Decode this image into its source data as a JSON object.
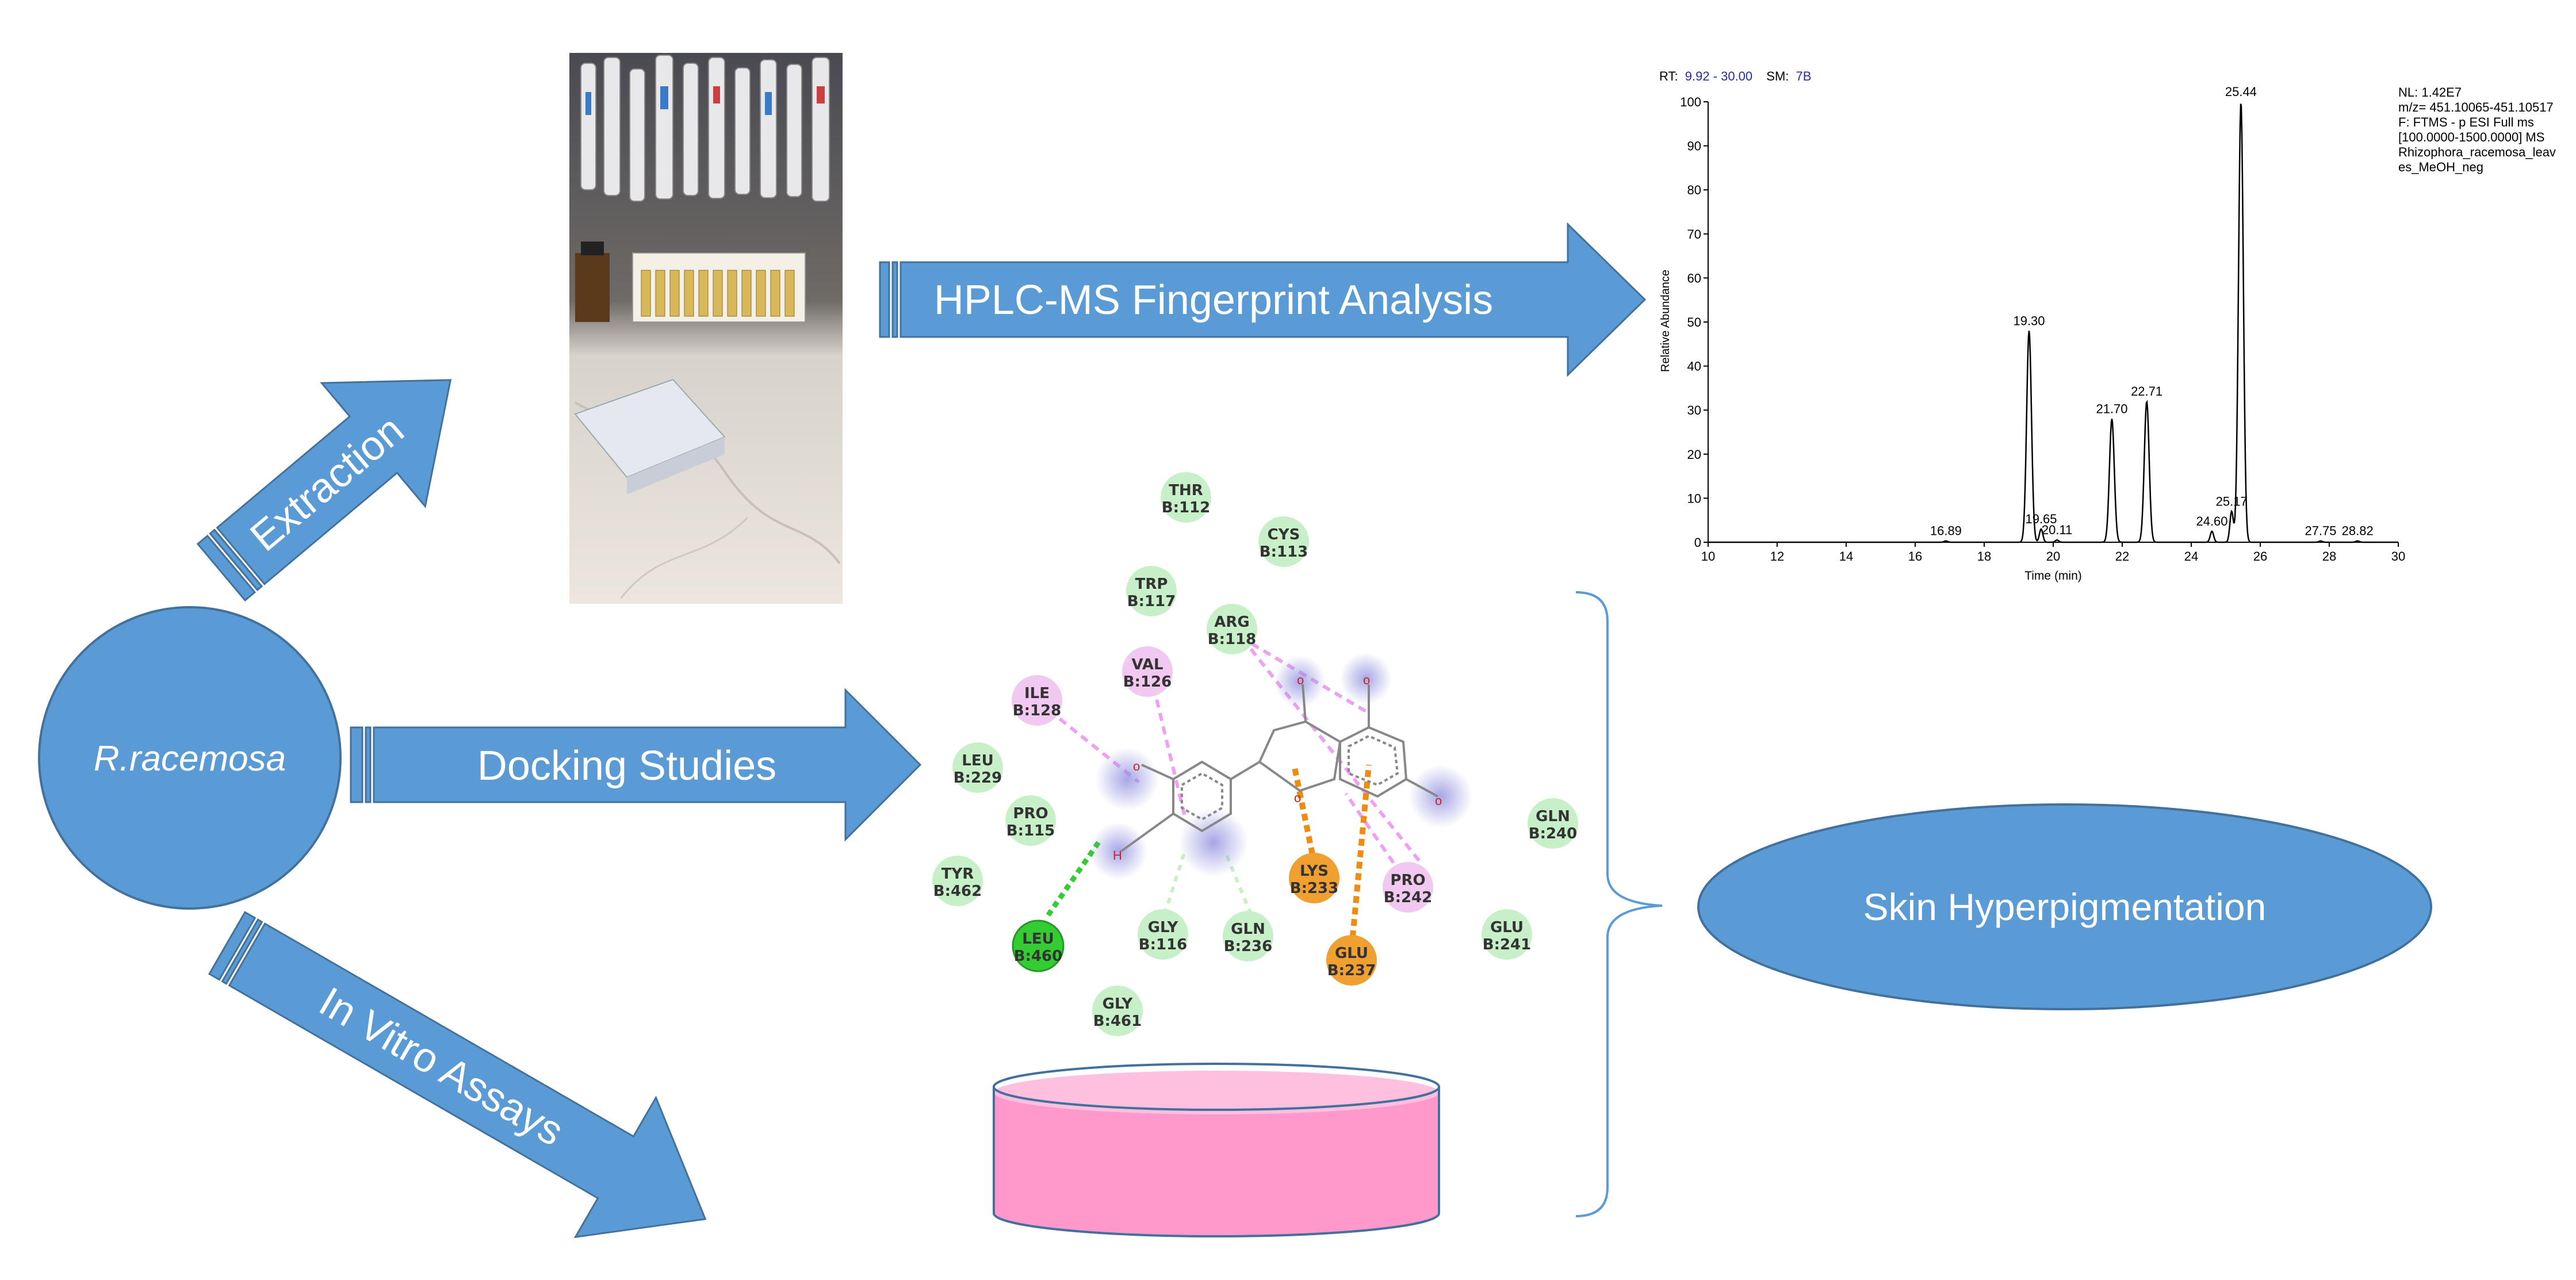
{
  "colors": {
    "arrow_fill": "#5b9bd5",
    "arrow_stroke": "#41719c",
    "node_fill": "#5b9bd5",
    "bracket": "#5b9bd5",
    "dish_fill": "#ff99cc",
    "residue_vdw": "#c8f0c8",
    "residue_pi": "#f0c8f0",
    "residue_hbond": "#33cc33",
    "residue_charged": "#f0a030"
  },
  "source": {
    "label": "R.racemosa"
  },
  "target": {
    "label": "Skin Hyperpigmentation"
  },
  "arrows": {
    "extraction": "Extraction",
    "hplc": "HPLC-MS Fingerprint Analysis",
    "docking": "Docking Studies",
    "invitro": "In Vitro Assays"
  },
  "photo": {
    "icon": "lab-bench-photo"
  },
  "chromatogram": {
    "rt_label": "RT:",
    "rt_value": "9.92 - 30.00",
    "sm_label": "SM:",
    "sm_value": "7B",
    "info_lines": [
      "NL: 1.42E7",
      "m/z= 451.10065-451.10517",
      "F: FTMS - p ESI Full ms",
      "[100.0000-1500.0000] MS",
      "Rhizophora_racemosa_leav",
      "es_MeOH_neg"
    ]
  },
  "chart_data": {
    "type": "line",
    "xlabel": "Time (min)",
    "ylabel": "Relative Abundance",
    "xlim": [
      10,
      30
    ],
    "ylim": [
      0,
      100
    ],
    "x_ticks": [
      10,
      12,
      14,
      16,
      18,
      20,
      22,
      24,
      26,
      28,
      30
    ],
    "y_ticks": [
      0,
      10,
      20,
      30,
      40,
      50,
      60,
      70,
      80,
      90,
      100
    ],
    "peaks": [
      {
        "x": 16.89,
        "y": 0.3,
        "label": "16.89"
      },
      {
        "x": 19.3,
        "y": 48,
        "label": "19.30"
      },
      {
        "x": 19.65,
        "y": 3,
        "label": "19.65"
      },
      {
        "x": 20.11,
        "y": 0.5,
        "label": "20.11"
      },
      {
        "x": 21.7,
        "y": 28,
        "label": "21.70"
      },
      {
        "x": 22.71,
        "y": 32,
        "label": "22.71"
      },
      {
        "x": 24.6,
        "y": 2.5,
        "label": "24.60"
      },
      {
        "x": 25.17,
        "y": 7,
        "label": "25.17"
      },
      {
        "x": 25.44,
        "y": 100,
        "label": "25.44"
      },
      {
        "x": 27.75,
        "y": 0.3,
        "label": "27.75"
      },
      {
        "x": 28.82,
        "y": 0.3,
        "label": "28.82"
      }
    ]
  },
  "docking": {
    "residues": [
      {
        "name": "THR",
        "id": "B:112",
        "type": "vdw"
      },
      {
        "name": "CYS",
        "id": "B:113",
        "type": "vdw"
      },
      {
        "name": "TRP",
        "id": "B:117",
        "type": "vdw"
      },
      {
        "name": "ARG",
        "id": "B:118",
        "type": "vdw"
      },
      {
        "name": "VAL",
        "id": "B:126",
        "type": "pi"
      },
      {
        "name": "ILE",
        "id": "B:128",
        "type": "pi"
      },
      {
        "name": "LEU",
        "id": "B:229",
        "type": "vdw"
      },
      {
        "name": "PRO",
        "id": "B:115",
        "type": "vdw"
      },
      {
        "name": "TYR",
        "id": "B:462",
        "type": "vdw"
      },
      {
        "name": "LEU",
        "id": "B:460",
        "type": "hbond"
      },
      {
        "name": "GLY",
        "id": "B:116",
        "type": "vdw"
      },
      {
        "name": "GLN",
        "id": "B:236",
        "type": "vdw"
      },
      {
        "name": "LYS",
        "id": "B:233",
        "type": "charged"
      },
      {
        "name": "GLU",
        "id": "B:237",
        "type": "charged"
      },
      {
        "name": "PRO",
        "id": "B:242",
        "type": "pi"
      },
      {
        "name": "GLY",
        "id": "B:461",
        "type": "vdw"
      },
      {
        "name": "GLN",
        "id": "B:240",
        "type": "vdw"
      },
      {
        "name": "GLU",
        "id": "B:241",
        "type": "vdw"
      }
    ]
  },
  "dish": {
    "icon": "petri-dish"
  }
}
